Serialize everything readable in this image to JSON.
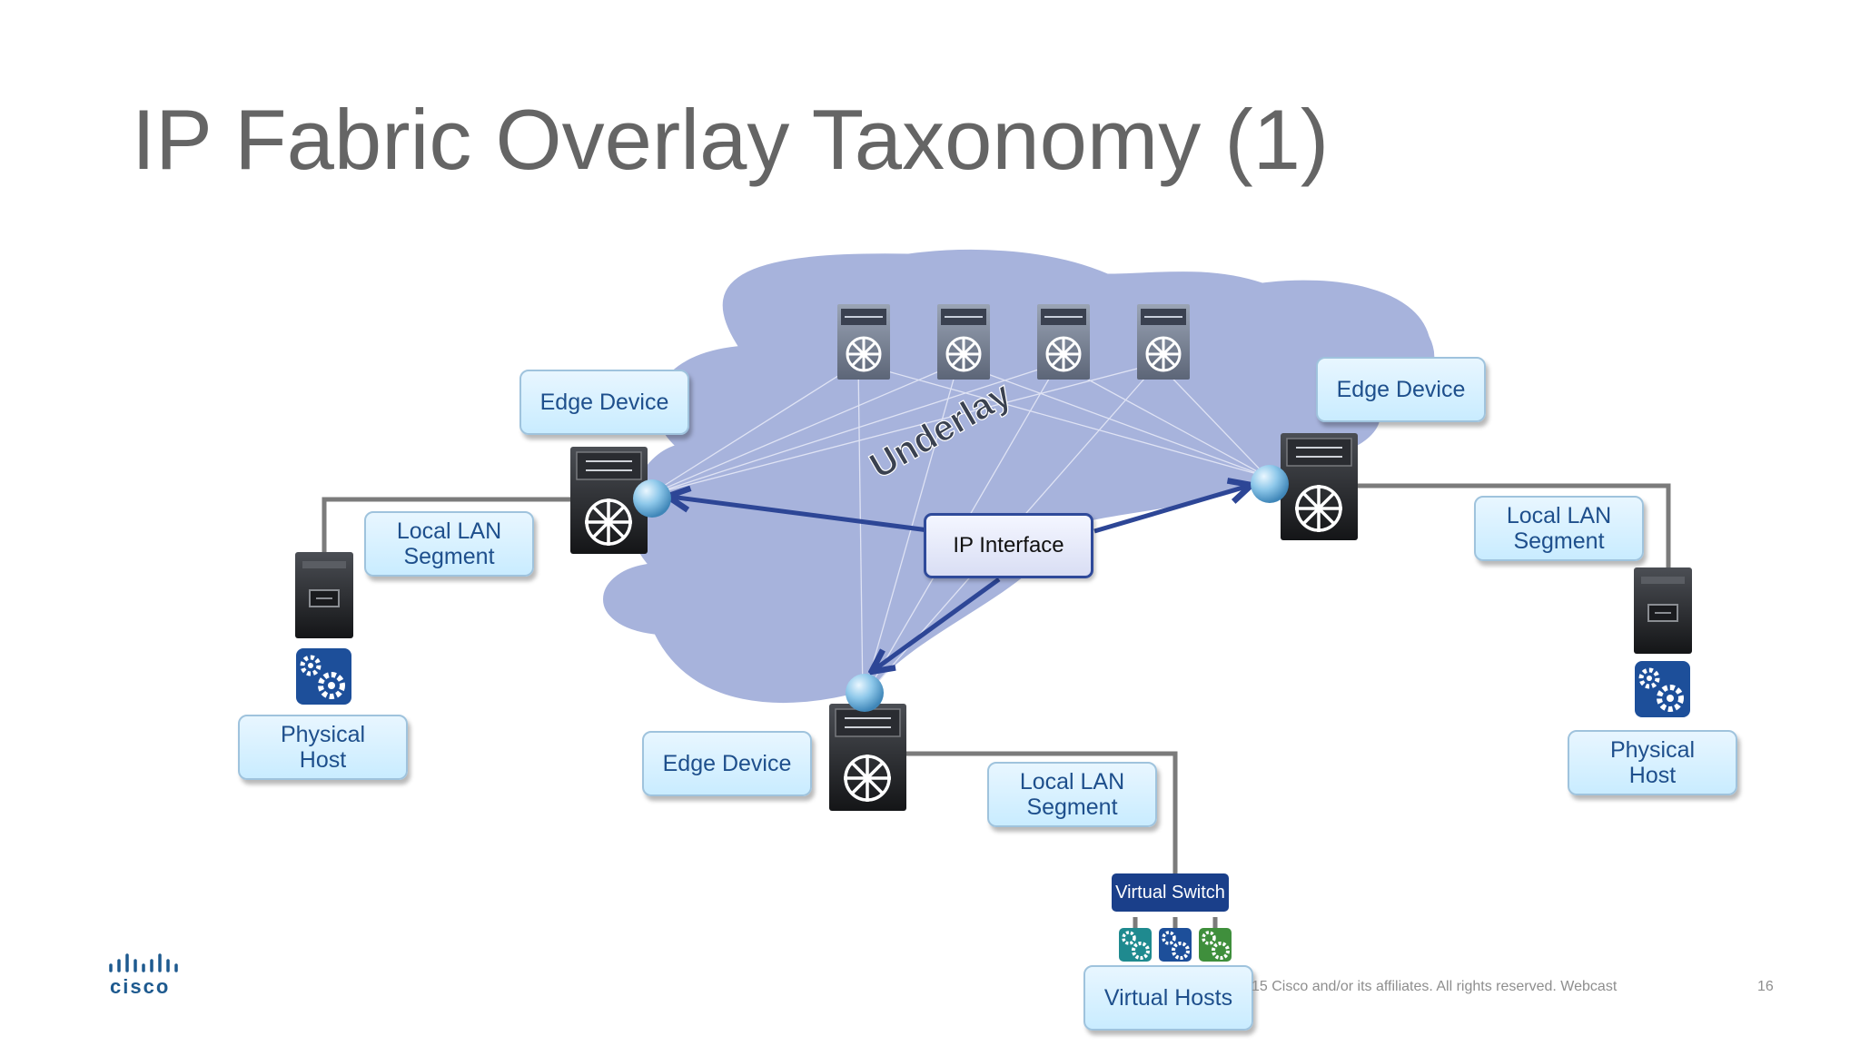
{
  "title": "IP Fabric Overlay Taxonomy (1)",
  "cloud_label": "Underlay",
  "ip_interface": "IP Interface",
  "edge_devices": {
    "left": "Edge Device",
    "right": "Edge Device",
    "bottom": "Edge Device"
  },
  "lan_segments": {
    "left": "Local LAN\nSegment",
    "right": "Local LAN\nSegment",
    "bottom": "Local LAN\nSegment"
  },
  "hosts": {
    "left": "Physical\nHost",
    "right": "Physical\nHost"
  },
  "virtual_switch": "Virtual Switch",
  "virtual_hosts": "Virtual Hosts",
  "footer": {
    "copyright": "15  Cisco and/or its affiliates. All rights reserved.  Webcast",
    "page_number": "16",
    "logo": "cisco"
  },
  "colors": {
    "cloud": "#a7b3dc",
    "arrow": "#2d4696",
    "box_text": "#1e4f8c",
    "connector": "#7b7b7b"
  }
}
